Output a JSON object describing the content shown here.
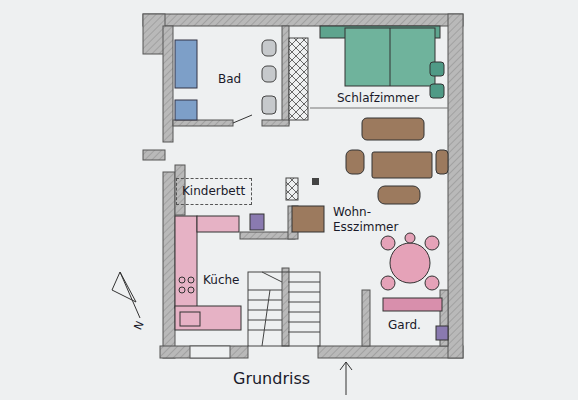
{
  "diagram": {
    "title": "Grundriss",
    "nodes": [
      {
        "text": [
          "Kinderbett"
        ]
      }
    ],
    "labels": [
      "Bad",
      "Schlafzimmer",
      "Wohn- Esszimmer",
      "Küche",
      "Gard.",
      "N"
    ]
  }
}
